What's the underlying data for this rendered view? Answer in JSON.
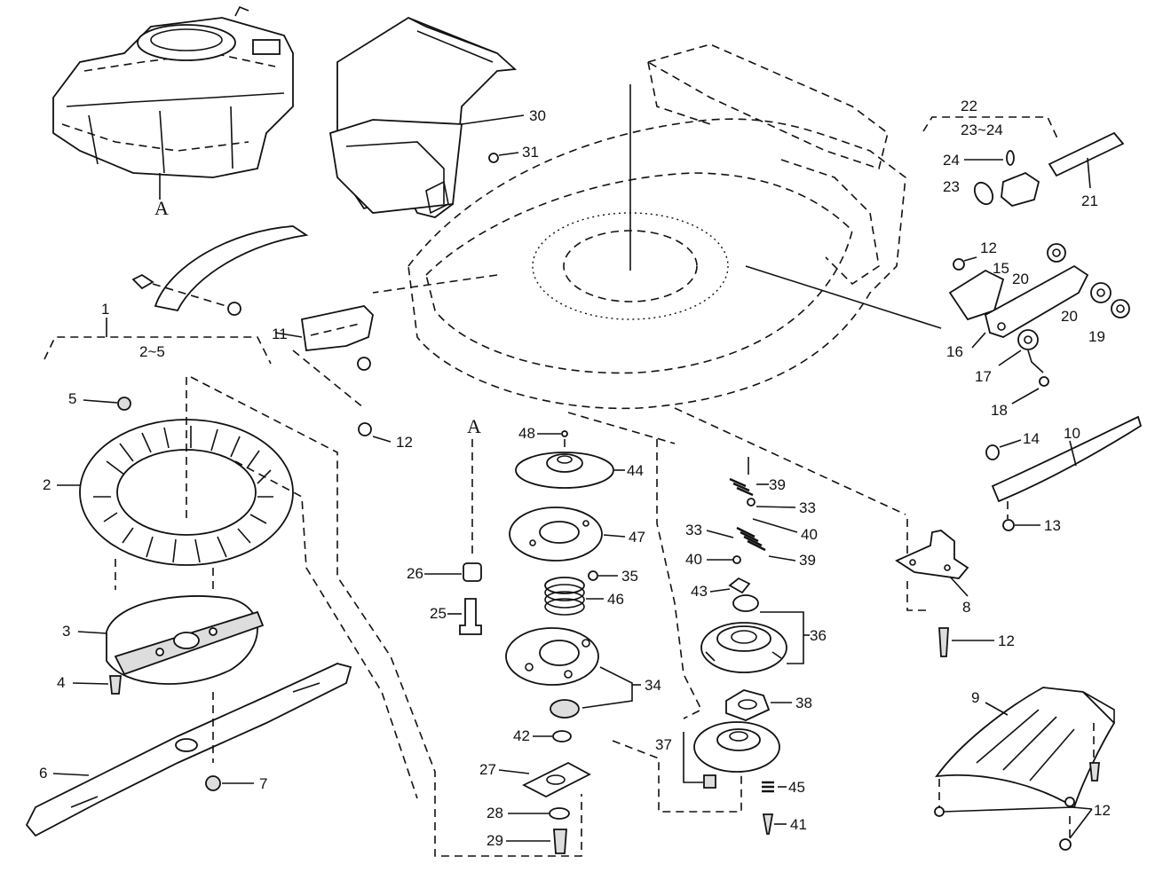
{
  "labels": {
    "l1": "1",
    "l2_5": "2~5",
    "l5": "5",
    "l2": "2",
    "l3": "3",
    "l4": "4",
    "l6": "6",
    "l7": "7",
    "lA1": "A",
    "lA2": "A",
    "l30": "30",
    "l31": "31",
    "l11": "11",
    "l12a": "12",
    "l22": "22",
    "l23_24": "23~24",
    "l24": "24",
    "l23": "23",
    "l21": "21",
    "l12b": "12",
    "l15": "15",
    "l20a": "20",
    "l20b": "20",
    "l19": "19",
    "l16": "16",
    "l17": "17",
    "l18": "18",
    "l48": "48",
    "l44": "44",
    "l47": "47",
    "l26": "26",
    "l35": "35",
    "l46": "46",
    "l25": "25",
    "l34": "34",
    "l42": "42",
    "l27": "27",
    "l28": "28",
    "l29": "29",
    "l39a": "39",
    "l33a": "33",
    "l40a": "40",
    "l33b": "33",
    "l40b": "40",
    "l39b": "39",
    "l43": "43",
    "l36": "36",
    "l38": "38",
    "l37": "37",
    "l45": "45",
    "l41": "41",
    "l14": "14",
    "l10": "10",
    "l13": "13",
    "l8": "8",
    "l12c": "12",
    "l9": "9",
    "l12d": "12"
  }
}
